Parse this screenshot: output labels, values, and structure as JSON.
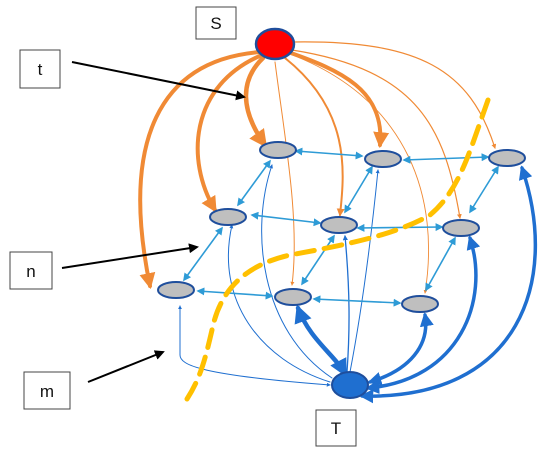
{
  "labels": {
    "source": "S",
    "sink": "T",
    "t": "t",
    "n": "n",
    "m": "m"
  },
  "colors": {
    "source_node": "#ff0000",
    "sink_node": "#1f6fd0",
    "grid_node": "#bfbfbf",
    "node_stroke": "#1f4e9c",
    "source_edges": "#f08a35",
    "sink_edges": "#1f6fd0",
    "neighbor_edges": "#2e9bd6",
    "cut_line": "#ffc000",
    "annotation_arrow": "#000000"
  }
}
